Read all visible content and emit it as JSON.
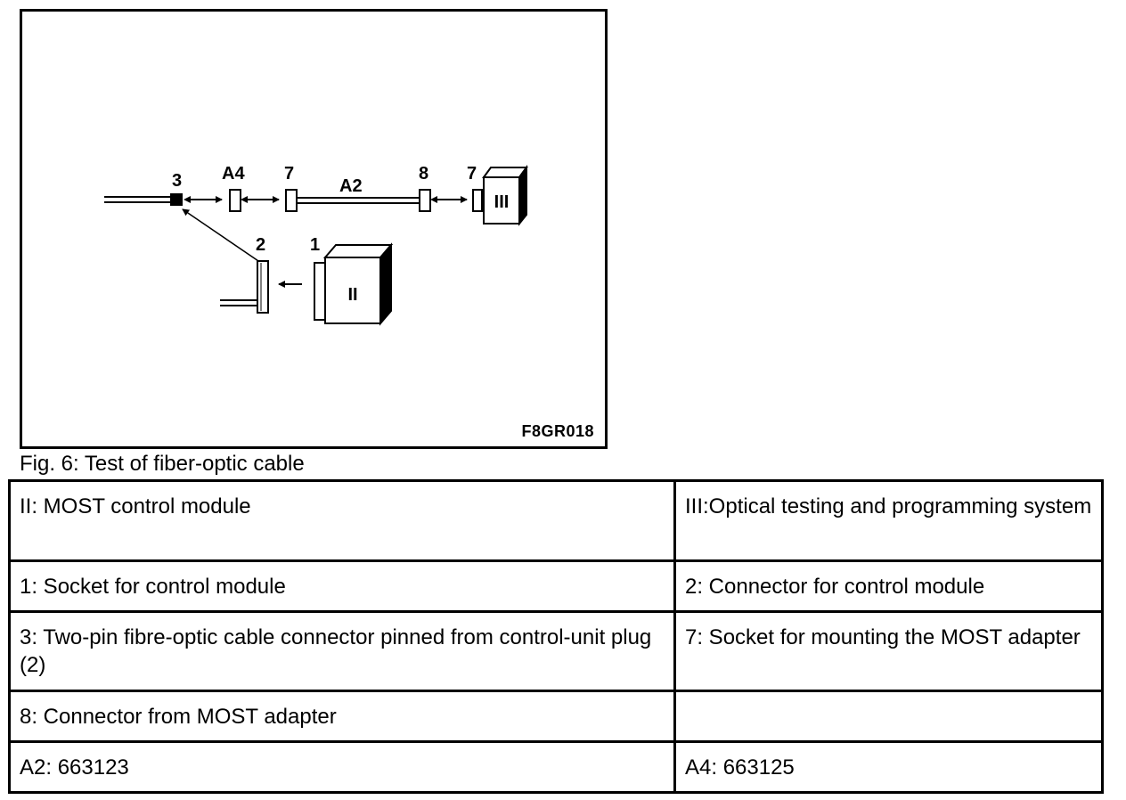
{
  "figure": {
    "code": "F8GR018",
    "labels": {
      "l3": "3",
      "lA4": "A4",
      "l7a": "7",
      "lA2": "A2",
      "l8": "8",
      "l7b": "7",
      "l2": "2",
      "l1": "1",
      "mIII": "III",
      "mII": "II"
    }
  },
  "caption": "Fig. 6: Test of fiber-optic cable",
  "legend": {
    "rows": [
      {
        "left": "II: MOST control module",
        "right": "III:Optical testing and programming system"
      },
      {
        "left": "1: Socket for control module",
        "right": "2: Connector for control module"
      },
      {
        "left": "3: Two-pin fibre-optic cable connector pinned from control-unit plug (2)",
        "right": "7: Socket for mounting the MOST adapter"
      },
      {
        "left": "8: Connector from MOST adapter",
        "right": ""
      },
      {
        "left": "A2: 663123",
        "right": "A4: 663125"
      }
    ]
  }
}
